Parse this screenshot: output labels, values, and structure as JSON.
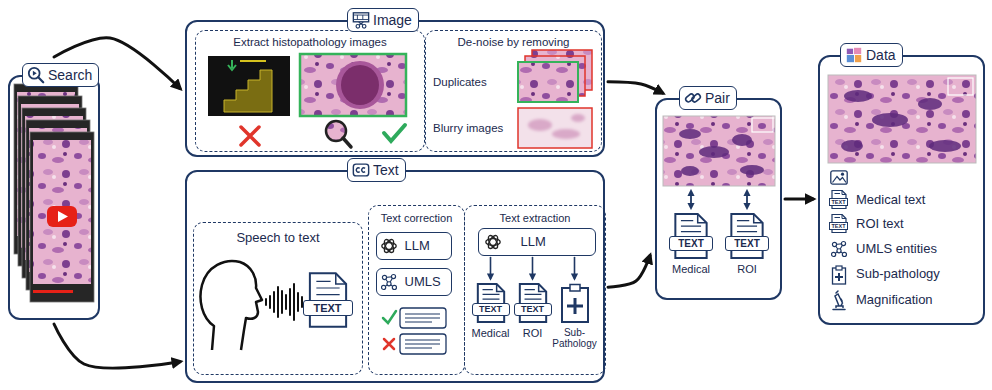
{
  "diagram": {
    "nodes": [
      {
        "text": [
          "Search"
        ]
      },
      {
        "text": [
          "Image"
        ]
      },
      {
        "text": [
          "Extract histopathology images"
        ],
        "in": 1
      },
      {
        "text": [
          "De-noise by removing",
          "Duplicates",
          "Blurry images"
        ],
        "in": 1
      },
      {
        "text": [
          "Text"
        ]
      },
      {
        "text": [
          "Speech to text"
        ],
        "in": 4
      },
      {
        "text": [
          "TEXT"
        ],
        "in": 5
      },
      {
        "text": [
          "Text correction"
        ],
        "in": 4
      },
      {
        "text": [
          "LLM"
        ],
        "in": 7
      },
      {
        "text": [
          "UMLS"
        ],
        "in": 7
      },
      {
        "text": [
          "Text extraction"
        ],
        "in": 4
      },
      {
        "text": [
          "LLM"
        ],
        "in": 10
      },
      {
        "text": [
          "TEXT",
          "Medical"
        ],
        "in": 10
      },
      {
        "text": [
          "TEXT",
          "ROI"
        ],
        "in": 10
      },
      {
        "text": [
          "Sub-Pathology"
        ],
        "in": 10
      },
      {
        "text": [
          "Pair"
        ]
      },
      {
        "text": [
          "TEXT",
          "Medical"
        ],
        "in": 15
      },
      {
        "text": [
          "TEXT",
          "ROI"
        ],
        "in": 15
      },
      {
        "text": [
          "Data",
          "TEXT",
          "Medical text",
          "TEXT",
          "ROI text",
          "UMLS entities",
          "Sub-pathology",
          "Magnification"
        ]
      }
    ],
    "edges": [
      {
        "from": 0,
        "to": 1,
        "arrow": "to"
      },
      {
        "from": 0,
        "to": 4,
        "arrow": "to"
      },
      {
        "from": 1,
        "to": 15,
        "arrow": "to"
      },
      {
        "from": 4,
        "to": 15,
        "arrow": "to"
      },
      {
        "from": 15,
        "to": 18,
        "arrow": "to"
      },
      {
        "from": 11,
        "to": 12,
        "arrow": "to"
      },
      {
        "from": 11,
        "to": 13,
        "arrow": "to"
      },
      {
        "from": 11,
        "to": 14,
        "arrow": "to"
      }
    ]
  }
}
